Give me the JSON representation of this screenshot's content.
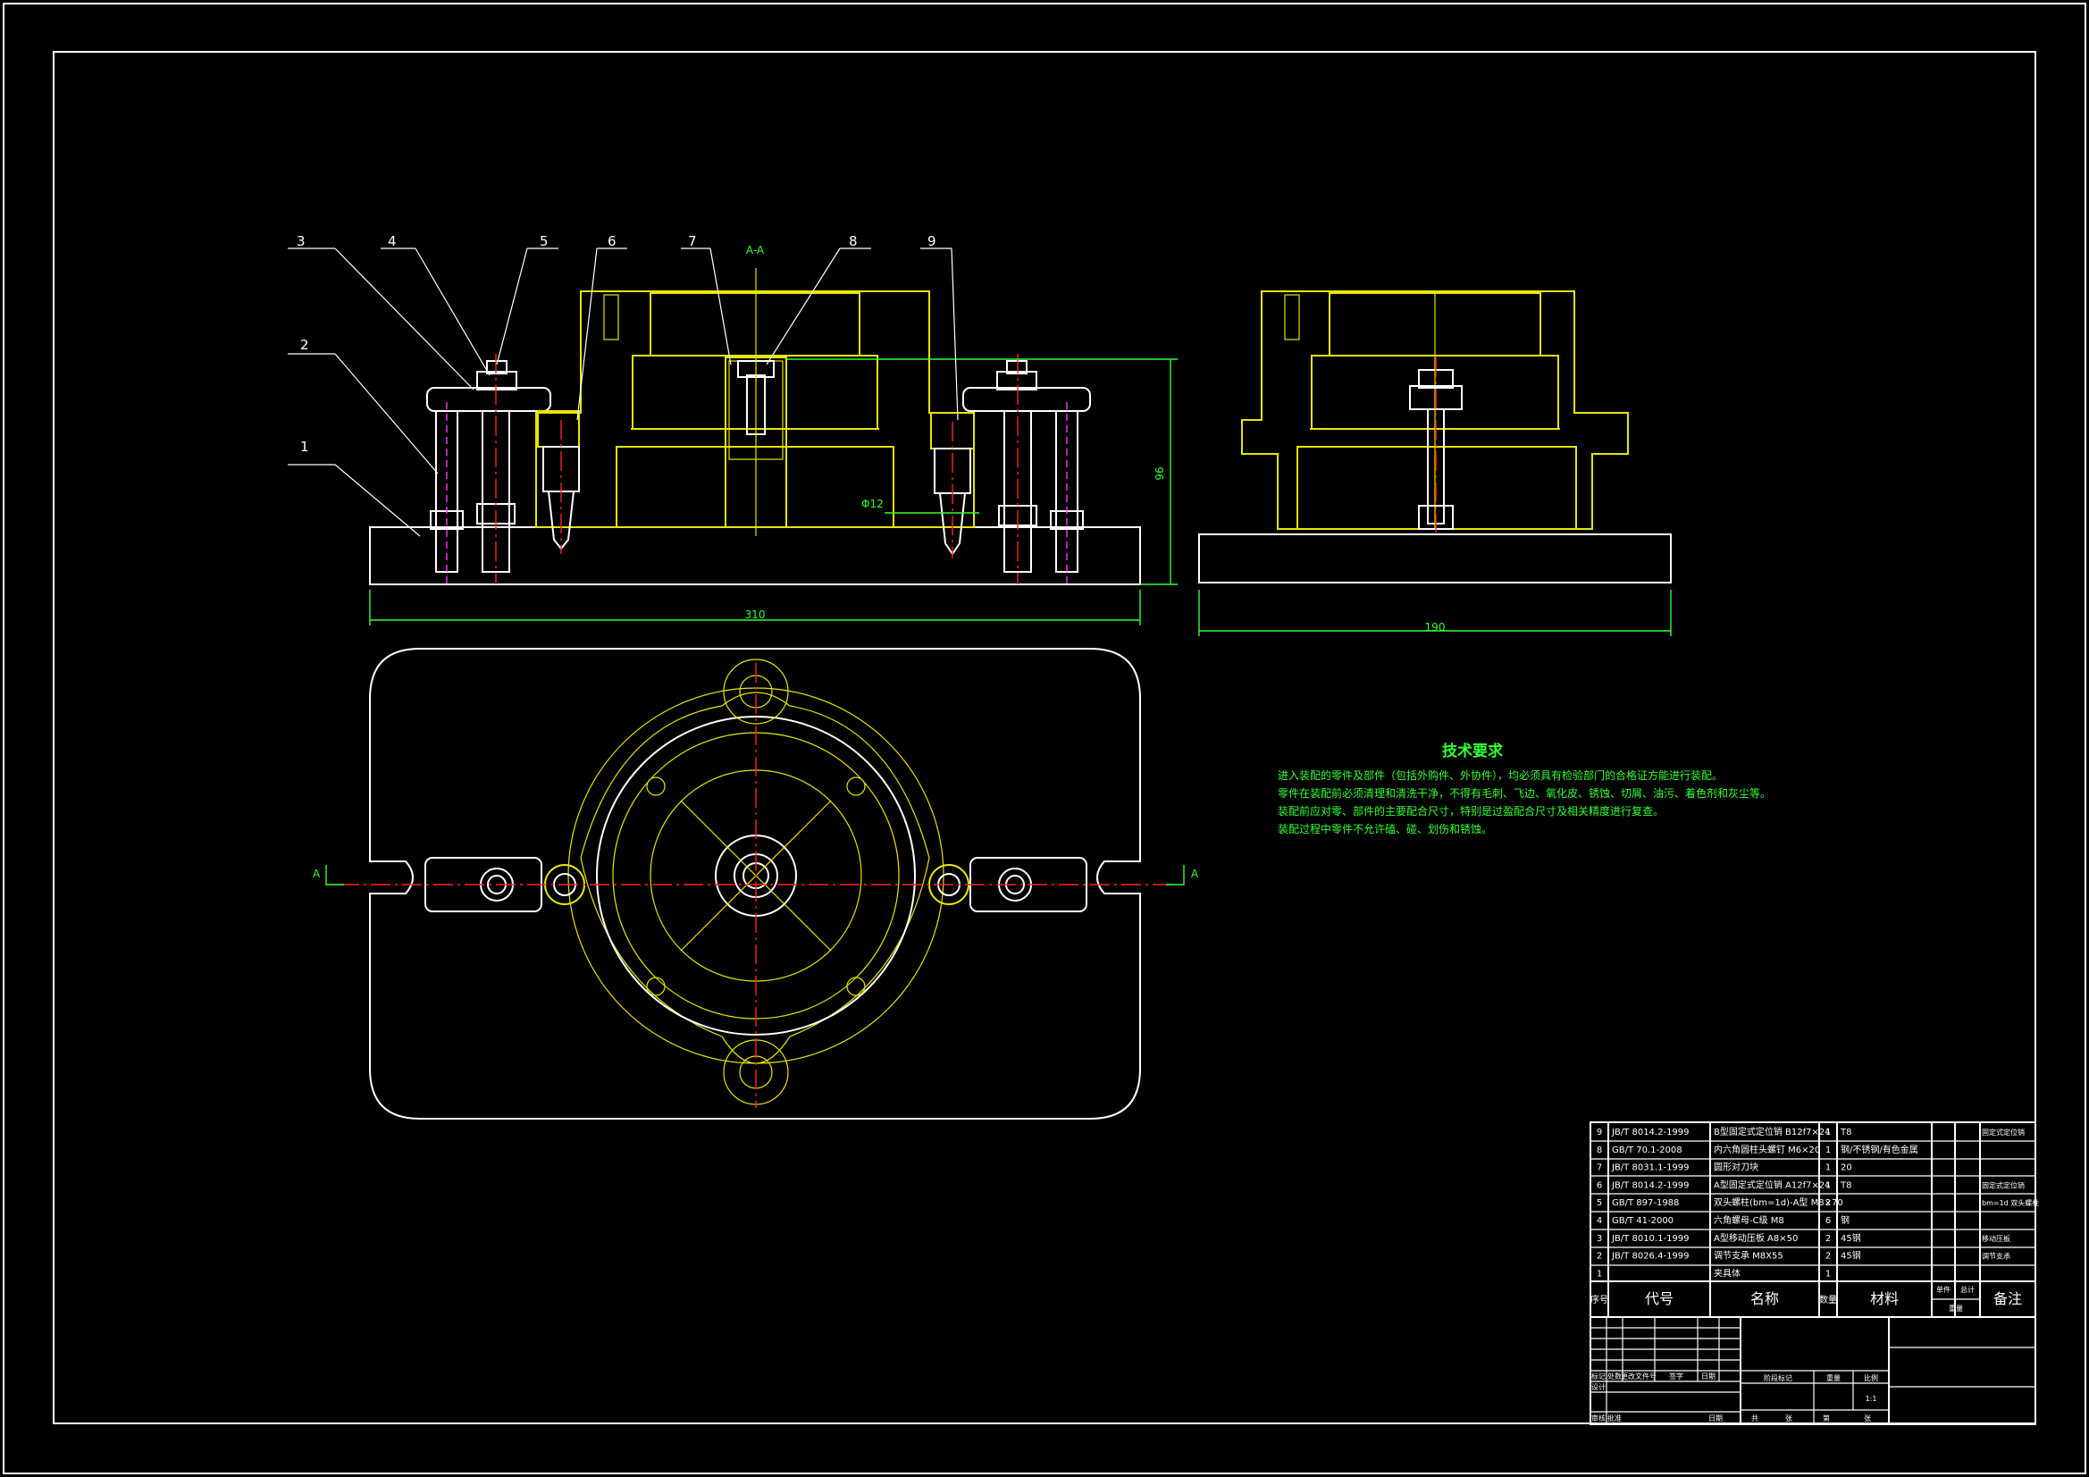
{
  "callouts": [
    "1",
    "2",
    "3",
    "4",
    "5",
    "6",
    "7",
    "8",
    "9"
  ],
  "section": {
    "label": "A-A",
    "arrow_left": "A",
    "arrow_right": "A"
  },
  "dimensions": {
    "width_front": "310",
    "width_side": "190",
    "height": "96",
    "diameter": "Φ12"
  },
  "tech_req": {
    "title": "技术要求",
    "lines": [
      "进入装配的零件及部件（包括外购件、外协件），均必须具有检验部门的合格证方能进行装配。",
      "零件在装配前必须清理和清洗干净，不得有毛刺、飞边、氧化皮、锈蚀、切屑、油污、着色剂和灰尘等。",
      "装配前应对零、部件的主要配合尺寸，特别是过盈配合尺寸及相关精度进行复查。",
      "装配过程中零件不允许磕、碰、划伤和锈蚀。"
    ]
  },
  "bom": {
    "headers": {
      "no": "序号",
      "code": "代号",
      "name": "名称",
      "qty": "数量",
      "material": "材料",
      "unit": "单件",
      "total": "总计",
      "weight": "重量",
      "remark": "备注"
    },
    "rows": [
      {
        "no": "9",
        "code": "JB/T 8014.2-1999",
        "name": "B型固定式定位销 B12f7×24",
        "qty": "1",
        "material": "T8",
        "remark": "固定式定位销"
      },
      {
        "no": "8",
        "code": "GB/T 70.1-2008",
        "name": "内六角圆柱头螺钉 M6×20",
        "qty": "1",
        "material": "钢/不锈钢/有色金属",
        "remark": ""
      },
      {
        "no": "7",
        "code": "JB/T 8031.1-1999",
        "name": "圆形对刀块",
        "qty": "1",
        "material": "20",
        "remark": ""
      },
      {
        "no": "6",
        "code": "JB/T 8014.2-1999",
        "name": "A型固定式定位销 A12f7×24",
        "qty": "1",
        "material": "T8",
        "remark": "固定式定位销"
      },
      {
        "no": "5",
        "code": "GB/T 897-1988",
        "name": "双头螺柱(bm=1d)-A型 M8×70",
        "qty": "2",
        "material": "",
        "remark": "bm=1d 双头螺柱"
      },
      {
        "no": "4",
        "code": "GB/T 41-2000",
        "name": "六角螺母-C级 M8",
        "qty": "6",
        "material": "钢",
        "remark": ""
      },
      {
        "no": "3",
        "code": "JB/T 8010.1-1999",
        "name": "A型移动压板 A8×50",
        "qty": "2",
        "material": "45钢",
        "remark": "移动压板"
      },
      {
        "no": "2",
        "code": "JB/T 8026.4-1999",
        "name": "调节支承 M8X55",
        "qty": "2",
        "material": "45钢",
        "remark": "调节支承"
      },
      {
        "no": "1",
        "code": "",
        "name": "夹具体",
        "qty": "1",
        "material": "",
        "remark": ""
      }
    ]
  },
  "title_block": {
    "revision_headers": [
      "标记",
      "处数",
      "更改文件号",
      "签字",
      "日期"
    ],
    "design": "设计",
    "check": "审核",
    "approve": "批准",
    "date": "日期",
    "stage_headers": [
      "阶段标记",
      "重量",
      "比例"
    ],
    "scale": "1:1",
    "sheet_total": "共",
    "sheet": "张",
    "sheet_no": "第",
    "sheet_unit": "张"
  },
  "colors": {
    "background": "#000000",
    "outline": "#ffffff",
    "body": "#e6e600",
    "centerline": "#ff2020",
    "hidden": "#ff33ff",
    "annotation": "#33ff33"
  }
}
